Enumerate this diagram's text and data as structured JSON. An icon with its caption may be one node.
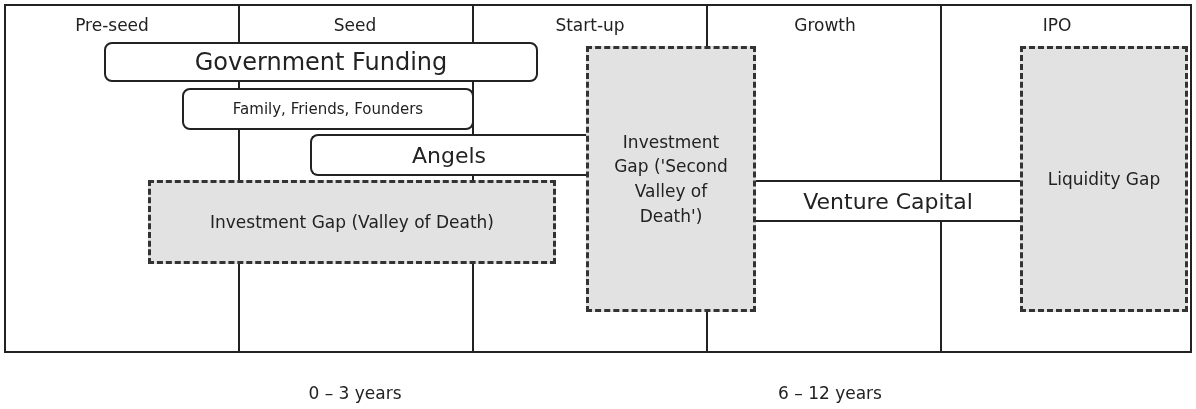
{
  "diagram": {
    "nodes": [
      {
        "text": [
          "Government Funding"
        ]
      },
      {
        "text": [
          "Family, Friends, Founders"
        ]
      },
      {
        "text": [
          "Angels"
        ]
      },
      {
        "text": [
          "Investment Gap (Valley of Death)"
        ]
      },
      {
        "text": [
          "Investment Gap ('Second Valley of Death')"
        ]
      },
      {
        "text": [
          "Venture Capital"
        ]
      },
      {
        "text": [
          "Liquidity Gap"
        ]
      }
    ],
    "labels": [
      "Pre-seed",
      "Seed",
      "Start-up",
      "Growth",
      "IPO",
      "0 – 3 years",
      "6 – 12 years"
    ]
  }
}
